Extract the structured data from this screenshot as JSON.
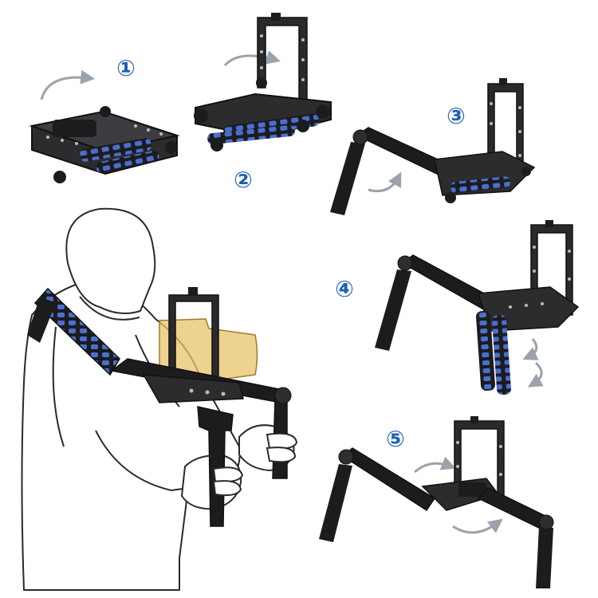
{
  "colors": {
    "accent": "#1f5fb4",
    "rig_dark": "#1c1c1e",
    "rig_mid": "#3a3a3d",
    "foam_blue": "#4a6fd0",
    "arrow_gray": "#9aa3ab",
    "camera_tan": "#e8c36b",
    "outline": "#2a2a2a"
  },
  "steps": [
    {
      "label": "①"
    },
    {
      "label": "②"
    },
    {
      "label": "③"
    },
    {
      "label": "④"
    },
    {
      "label": "⑤"
    }
  ],
  "icons": {
    "rotate_arrow": "rotate-arrow-icon",
    "camera": "camera-icon",
    "person": "person-outline"
  }
}
